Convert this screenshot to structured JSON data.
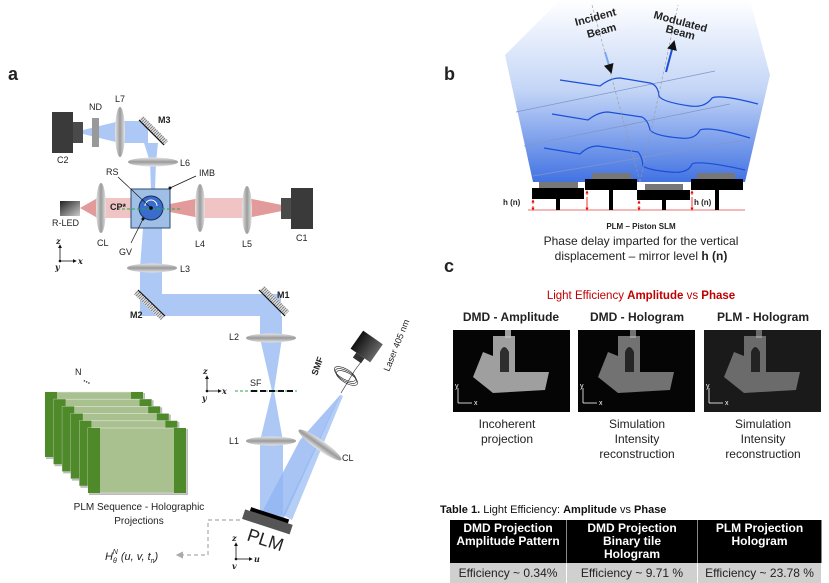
{
  "panel_a": {
    "letter": "a",
    "labels": {
      "C2": "C2",
      "ND": "ND",
      "L7": "L7",
      "M3": "M3",
      "L6": "L6",
      "RS": "RS",
      "IMB": "IMB",
      "R_LED": "R-LED",
      "CP": "CP*",
      "CL_top": "CL",
      "GV": "GV",
      "L4": "L4",
      "L5": "L5",
      "C1": "C1",
      "L3": "L3",
      "M2": "M2",
      "M1": "M1",
      "L2": "L2",
      "SF": "SF",
      "L1": "L1",
      "CL_bottom": "CL",
      "SMF": "SMF",
      "laser": "Laser 405 nm",
      "PLM": "PLM",
      "N": "N",
      "dots": "..."
    },
    "axes_top": {
      "z": "z",
      "x": "x",
      "y": "y"
    },
    "axes_mid": {
      "z": "z",
      "x": "x",
      "y": "y"
    },
    "axes_plm": {
      "z": "z",
      "u": "u",
      "v": "v"
    },
    "sequence_caption": [
      "PLM Sequence - Holographic",
      "Projections"
    ],
    "formula": {
      "base": "H",
      "sub": "θ",
      "sup": "N",
      "args": " (u, v, t",
      "args_sub": "n",
      "close": ")"
    },
    "colors": {
      "blue_beam": "#a9c6f5",
      "red_beam": "#eec3c3",
      "frame_green": "#4f8a2a"
    }
  },
  "panel_b": {
    "letter": "b",
    "incident": [
      "Incident",
      "Beam"
    ],
    "modulated": [
      "Modulated",
      "Beam"
    ],
    "h_label": "h (n)",
    "device": "PLM – Piston SLM",
    "caption_line1": "Phase delay imparted for the vertical",
    "caption_line2_prefix": "displacement – mirror level ",
    "caption_line2_bold": "h (n)"
  },
  "panel_c": {
    "letter": "c",
    "title": {
      "prefix": "Light Efficiency ",
      "amp": "Amplitude",
      "vs": " vs ",
      "phase": "Phase",
      "color": "#c00000"
    },
    "columns": [
      {
        "header": "DMD - Amplitude",
        "caption": [
          "Incoherent",
          "projection"
        ]
      },
      {
        "header": "DMD - Hologram",
        "caption": [
          "Simulation",
          "Intensity",
          "reconstruction"
        ]
      },
      {
        "header": "PLM - Hologram",
        "caption": [
          "Simulation",
          "Intensity",
          "reconstruction"
        ]
      }
    ],
    "image_axes": {
      "y": "y",
      "x": "x"
    }
  },
  "table": {
    "title_bold": "Table 1.",
    "title_text": " Light Efficiency: ",
    "title_amp": "Amplitude",
    "title_vs": " vs ",
    "title_phase": "Phase",
    "headers": [
      [
        "DMD Projection",
        "Amplitude Pattern"
      ],
      [
        "DMD Projection",
        "Binary tile",
        "Hologram"
      ],
      [
        "PLM Projection",
        "Hologram"
      ]
    ],
    "values": [
      "Efficiency ~ 0.34%",
      "Efficiency ~ 9.71 %",
      "Efficiency ~ 23.78 %"
    ]
  }
}
